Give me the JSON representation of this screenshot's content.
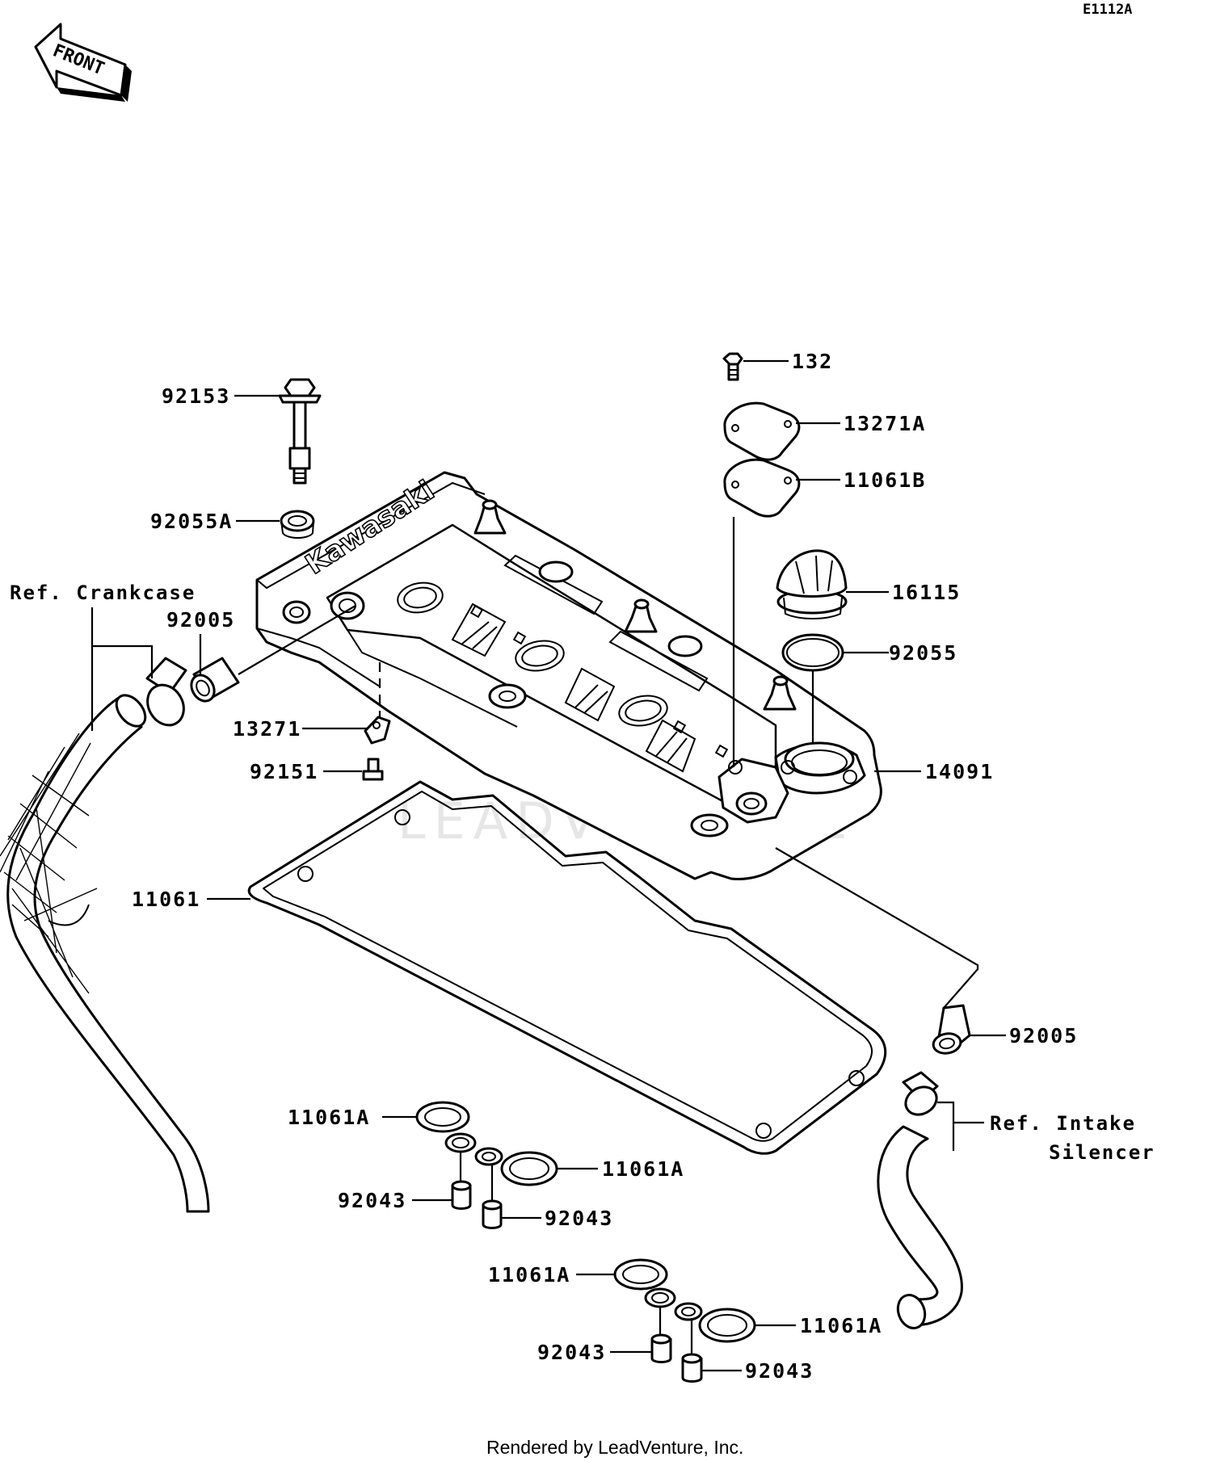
{
  "diagram_code": "E1112A",
  "front_arrow": {
    "text": "FRONT",
    "icon": "front-direction-arrow-icon"
  },
  "footer": "Rendered by LeadVenture, Inc.",
  "watermark": "LEADVENTURE",
  "cover_brand": "Kawasaki",
  "references": {
    "crankcase": "Ref. Crankcase",
    "intake_line1": "Ref. Intake",
    "intake_line2": "Silencer"
  },
  "callouts": {
    "p92153": "92153",
    "p92055A": "92055A",
    "p92005_upper": "92005",
    "p13271": "13271",
    "p92151": "92151",
    "p11061": "11061",
    "p132": "132",
    "p13271A": "13271A",
    "p11061B": "11061B",
    "p16115": "16115",
    "p92055": "92055",
    "p14091": "14091",
    "p92005_lower": "92005",
    "p11061A_1": "11061A",
    "p11061A_2": "11061A",
    "p11061A_3": "11061A",
    "p11061A_4": "11061A",
    "p92043_1": "92043",
    "p92043_2": "92043",
    "p92043_3": "92043",
    "p92043_4": "92043"
  }
}
